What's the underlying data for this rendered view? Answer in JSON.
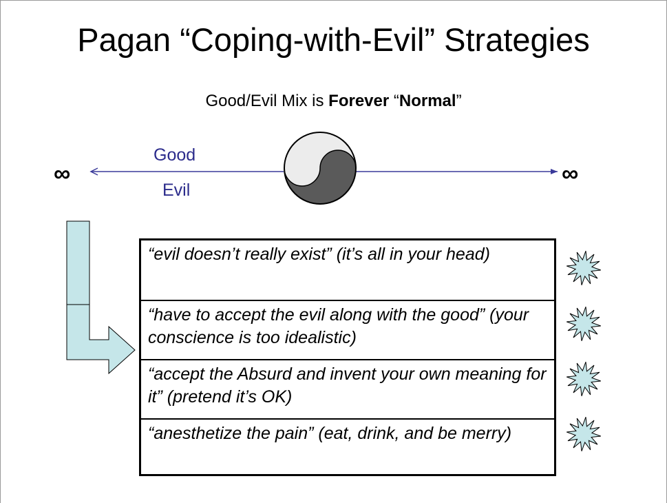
{
  "slide": {
    "title": "Pagan “Coping-with-Evil” Strategies",
    "subtitle": {
      "part1": "Good/Evil Mix is ",
      "bold1": "Forever",
      "part2": " “",
      "bold2": "Normal",
      "part3": "”"
    },
    "axis": {
      "left_symbol": "∞",
      "right_symbol": "∞",
      "good_label": "Good",
      "evil_label": "Evil"
    },
    "strategies": [
      "“evil doesn’t really exist” (it’s all in your head)",
      "“have to accept the evil along with the good” (your conscience is too idealistic)",
      "“accept the Absurd and invent your own meaning for it” (pretend it’s OK)",
      "“anesthetize the pain” (eat, drink, and be merry)"
    ],
    "colors": {
      "axis_line": "#3a3a9a",
      "label_text": "#2c2c8c",
      "arrow_fill": "#c5e6e9",
      "burst_fill": "#c5e6e9",
      "yin_light": "#ececec",
      "yin_dark": "#5a5a5a"
    },
    "icons": [
      "yin-yang-icon",
      "starburst-icon",
      "bent-arrow-icon"
    ]
  }
}
